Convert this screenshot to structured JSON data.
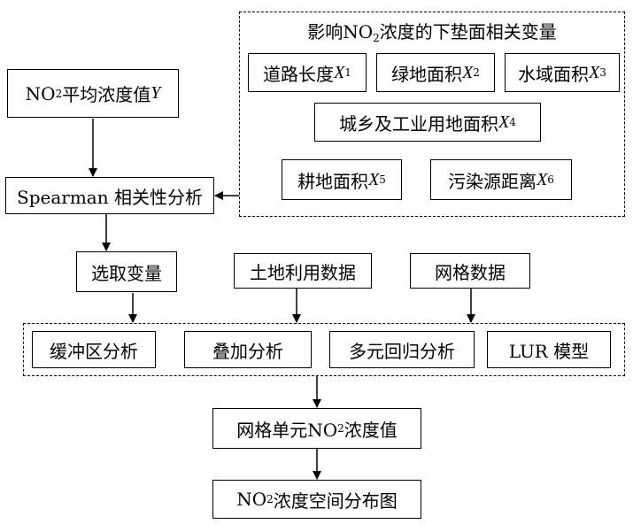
{
  "group_factors": {
    "title_pre": "影响NO",
    "title_sub": "2",
    "title_post": "浓度的下垫面相关变量",
    "road_length": {
      "text": "道路长度",
      "var": "X",
      "sub": "1"
    },
    "green_area": {
      "text": "绿地面积",
      "var": "X",
      "sub": "2"
    },
    "water_area": {
      "text": "水域面积",
      "var": "X",
      "sub": "3"
    },
    "urban_industrial_area": {
      "text": "城乡及工业用地面积",
      "var": "X",
      "sub": "4"
    },
    "farmland_area": {
      "text": "耕地面积",
      "var": "X",
      "sub": "5"
    },
    "pollution_distance": {
      "text": "污染源距离",
      "var": "X",
      "sub": "6"
    }
  },
  "no2_avg": {
    "pre": "NO",
    "sub": "2",
    "post": "平均浓度值",
    "var": "Y"
  },
  "spearman": "Spearman 相关性分析",
  "select_vars": "选取变量",
  "land_use_data": "土地利用数据",
  "grid_data": "网格数据",
  "analysis": {
    "buffer": "缓冲区分析",
    "overlay": "叠加分析",
    "regression": "多元回归分析",
    "lur": "LUR 模型"
  },
  "grid_no2": {
    "pre": "网格单元NO",
    "sub": "2",
    "post": "浓度值"
  },
  "no2_map": {
    "pre": "NO",
    "sub": "2",
    "post": "浓度空间分布图"
  }
}
